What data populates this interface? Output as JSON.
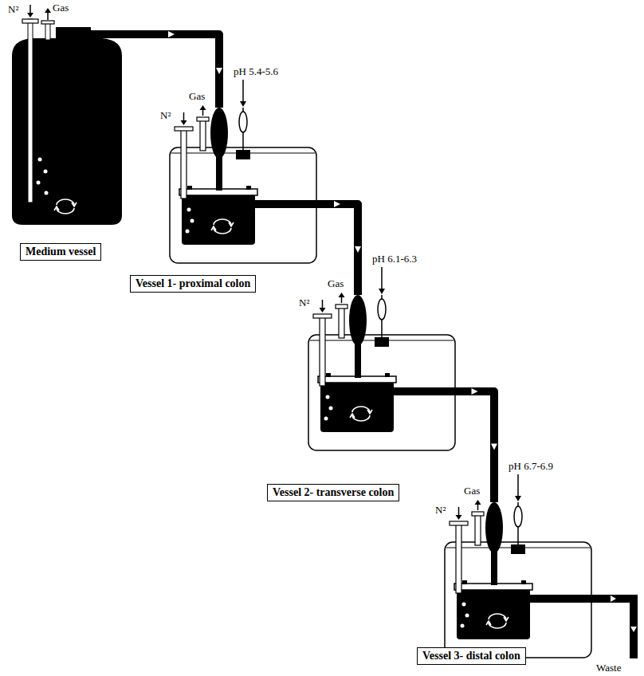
{
  "diagram": {
    "nodes": [
      {
        "text": [
          "Medium vessel"
        ]
      },
      {
        "text": [
          "Vessel 1- proximal colon"
        ]
      },
      {
        "text": [
          "Vessel 2- transverse colon"
        ]
      },
      {
        "text": [
          "Vessel 3- distal colon"
        ]
      }
    ],
    "edges": [
      {
        "from": 0,
        "to": 1,
        "arrow": "to"
      },
      {
        "from": 1,
        "to": 2,
        "arrow": "to"
      },
      {
        "from": 2,
        "to": 3,
        "arrow": "to"
      }
    ],
    "labels": [
      "N²",
      "Gas",
      "pH 5.4-5.6",
      "Gas",
      "N²",
      "pH 6.1-6.3",
      "Gas",
      "N²",
      "pH 6.7-6.9",
      "Gas",
      "N²",
      "Waste"
    ]
  }
}
